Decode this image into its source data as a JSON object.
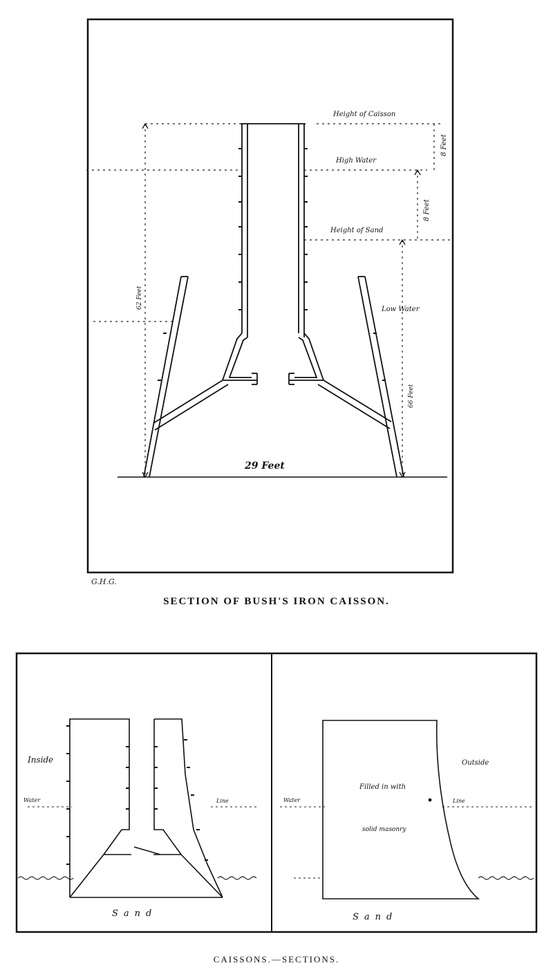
{
  "figure1": {
    "caption": "SECTION OF BUSH'S IRON CAISSON.",
    "signature": "G.H.G.",
    "labels": {
      "height_of_caisson": "Height of Caisson",
      "high_water": "High Water",
      "height_of_sand": "Height of Sand",
      "low_water": "Low Water",
      "width": "29 Feet",
      "total_height": "62 Feet",
      "top_gap": "8 Feet",
      "water_to_sand": "8 Feet",
      "sand_to_base": "66 Feet"
    }
  },
  "figure2": {
    "caption": "CAISSONS.—SECTIONS.",
    "left_panel": {
      "inside": "Inside",
      "water": "Water",
      "line": "Line",
      "sand": "Sand"
    },
    "right_panel": {
      "outside": "Outside",
      "water": "Water",
      "line": "Line",
      "filled": "Filled in with",
      "masonry": "solid masonry",
      "sand": "Sand"
    }
  }
}
